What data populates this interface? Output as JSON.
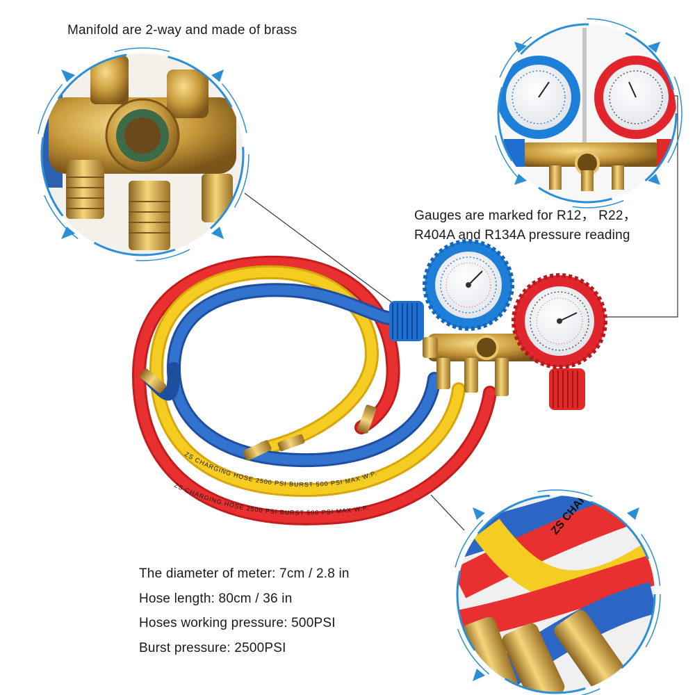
{
  "captions": {
    "manifold": "Manifold are 2-way and made of brass",
    "gauges_line1": "Gauges are marked for R12，  R22，",
    "gauges_line2": "R404A and R134A pressure reading"
  },
  "specs": [
    "The diameter of meter: 7cm / 2.8 in",
    "Hose length: 80cm / 36 in",
    "Hoses working pressure: 500PSI",
    "Burst pressure: 2500PSI"
  ],
  "hose_print": {
    "red": "ZS  CHARGING  HOSE  2500  PSI  BURST  500  PSI  MAX  W.P.",
    "yellow": "ZS  CHARGING  HOSE  2500  PSI  BURST  500  PSI  MAX  W.P.",
    "detail": "ZS  CHARGING"
  },
  "colors": {
    "frame_blue": "#2a8fd6",
    "brass": "#c99a3a",
    "hose_red": "#e02424",
    "hose_yellow": "#f2c414",
    "hose_blue": "#2b66c4",
    "gauge_blue": "#1e7fd8",
    "gauge_red": "#e0262c"
  }
}
